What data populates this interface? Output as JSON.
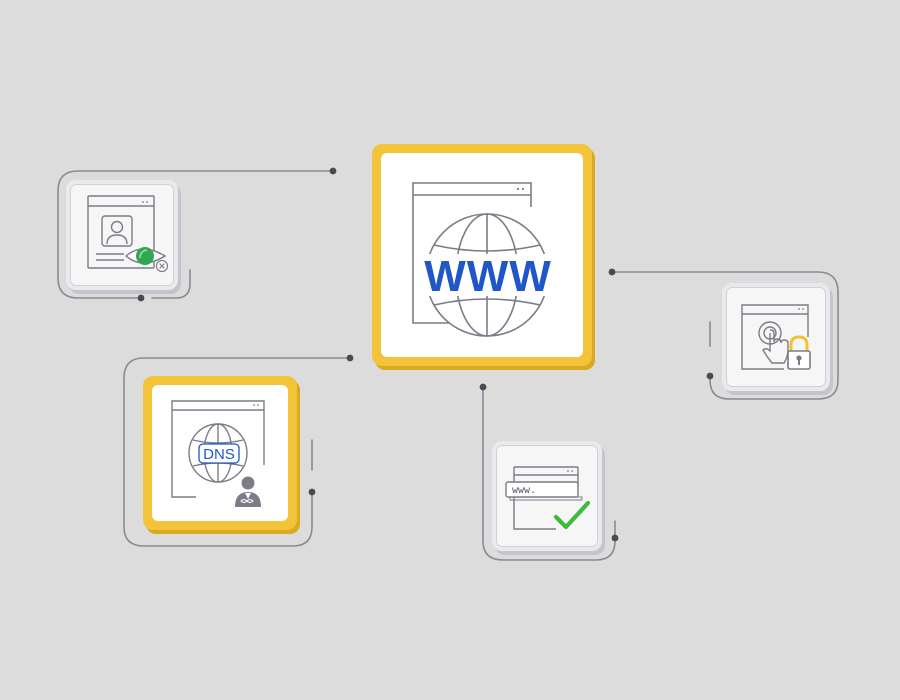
{
  "center_tile": {
    "label": "WWW",
    "label_color": "#1f56c8",
    "icon": "globe-browser-icon"
  },
  "dns_tile": {
    "label": "DNS",
    "icon": "dns-globe-admin-icon"
  },
  "domain_tile": {
    "url_text": "www.",
    "icon": "address-bar-checkmark-icon"
  },
  "profile_tile": {
    "icon": "profile-privacy-eye-icon"
  },
  "secure_tile": {
    "icon": "touch-lock-icon"
  },
  "colors": {
    "background": "#dcdcdc",
    "tile_highlight": "#f3c43a",
    "line": "#8a8a94",
    "check_green": "#3fba3a",
    "lock_yellow": "#f1c232"
  }
}
